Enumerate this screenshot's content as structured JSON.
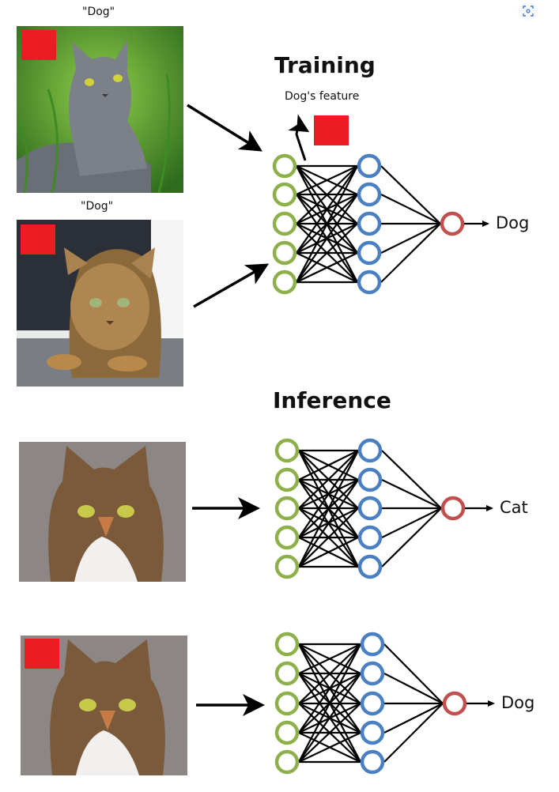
{
  "training": {
    "title": "Training",
    "feature_caption": "Dog's feature",
    "inputs": [
      {
        "caption": "\"Dog\"",
        "subject": "gray tabby cat in grass",
        "has_marker": true
      },
      {
        "caption": "\"Dog\"",
        "subject": "bengal cat crouching",
        "has_marker": true
      }
    ],
    "output_label": "Dog"
  },
  "inference": {
    "title": "Inference",
    "cases": [
      {
        "subject": "tabby cat face",
        "has_marker": false,
        "output_label": "Cat"
      },
      {
        "subject": "tabby cat face",
        "has_marker": true,
        "output_label": "Dog"
      }
    ]
  },
  "network": {
    "input_nodes": 5,
    "hidden_nodes": 5,
    "output_nodes": 1
  },
  "colors": {
    "input_node": "#8DB04A",
    "hidden_node": "#4A7FC1",
    "output_node": "#C0504D",
    "marker": "#ED1C24",
    "edge": "#000000"
  },
  "toolbar": {
    "lens_icon": "visual-search-icon"
  }
}
